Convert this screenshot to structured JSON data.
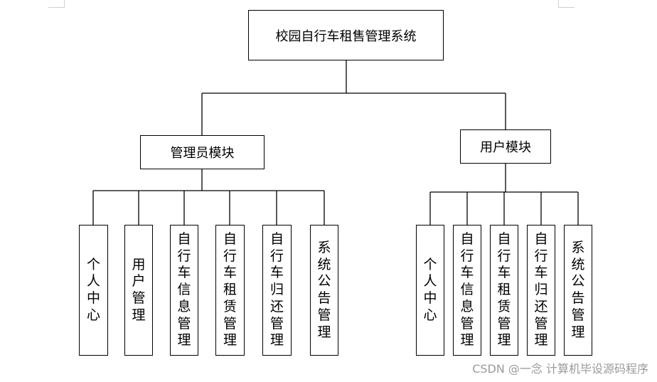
{
  "root": {
    "label": "校园自行车租售管理系统"
  },
  "admin": {
    "label": "管理员模块",
    "children": [
      "个人中心",
      "用户管理",
      "自行车信息管理",
      "自行车租赁管理",
      "自行车归还管理",
      "系统公告管理"
    ]
  },
  "user": {
    "label": "用户模块",
    "children": [
      "个人中心",
      "自行车信息管理",
      "自行车租赁管理",
      "自行车归还管理",
      "系统公告管理"
    ]
  },
  "watermark": "CSDN @一念 计算机毕设源码程序"
}
